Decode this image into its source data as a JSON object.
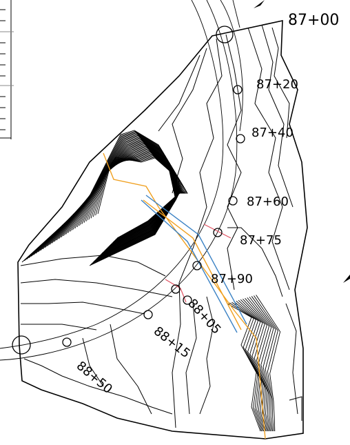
{
  "drawing": {
    "stations": [
      {
        "label": "87+00",
        "angle": 0
      },
      {
        "label": "87+20",
        "angle": 0
      },
      {
        "label": "87+40",
        "angle": 0
      },
      {
        "label": "87+60",
        "angle": 0
      },
      {
        "label": "87+75",
        "angle": 0
      },
      {
        "label": "87+90",
        "angle": 0
      },
      {
        "label": "88+05",
        "angle": 50
      },
      {
        "label": "88+15",
        "angle": 40
      },
      {
        "label": "88+50",
        "angle": 40
      }
    ],
    "colors": {
      "contour": "#000000",
      "alignment_orange": "#f0a020",
      "alignment_blue": "#3b82c4",
      "section_red": "#e05060",
      "background": "#ffffff"
    }
  }
}
